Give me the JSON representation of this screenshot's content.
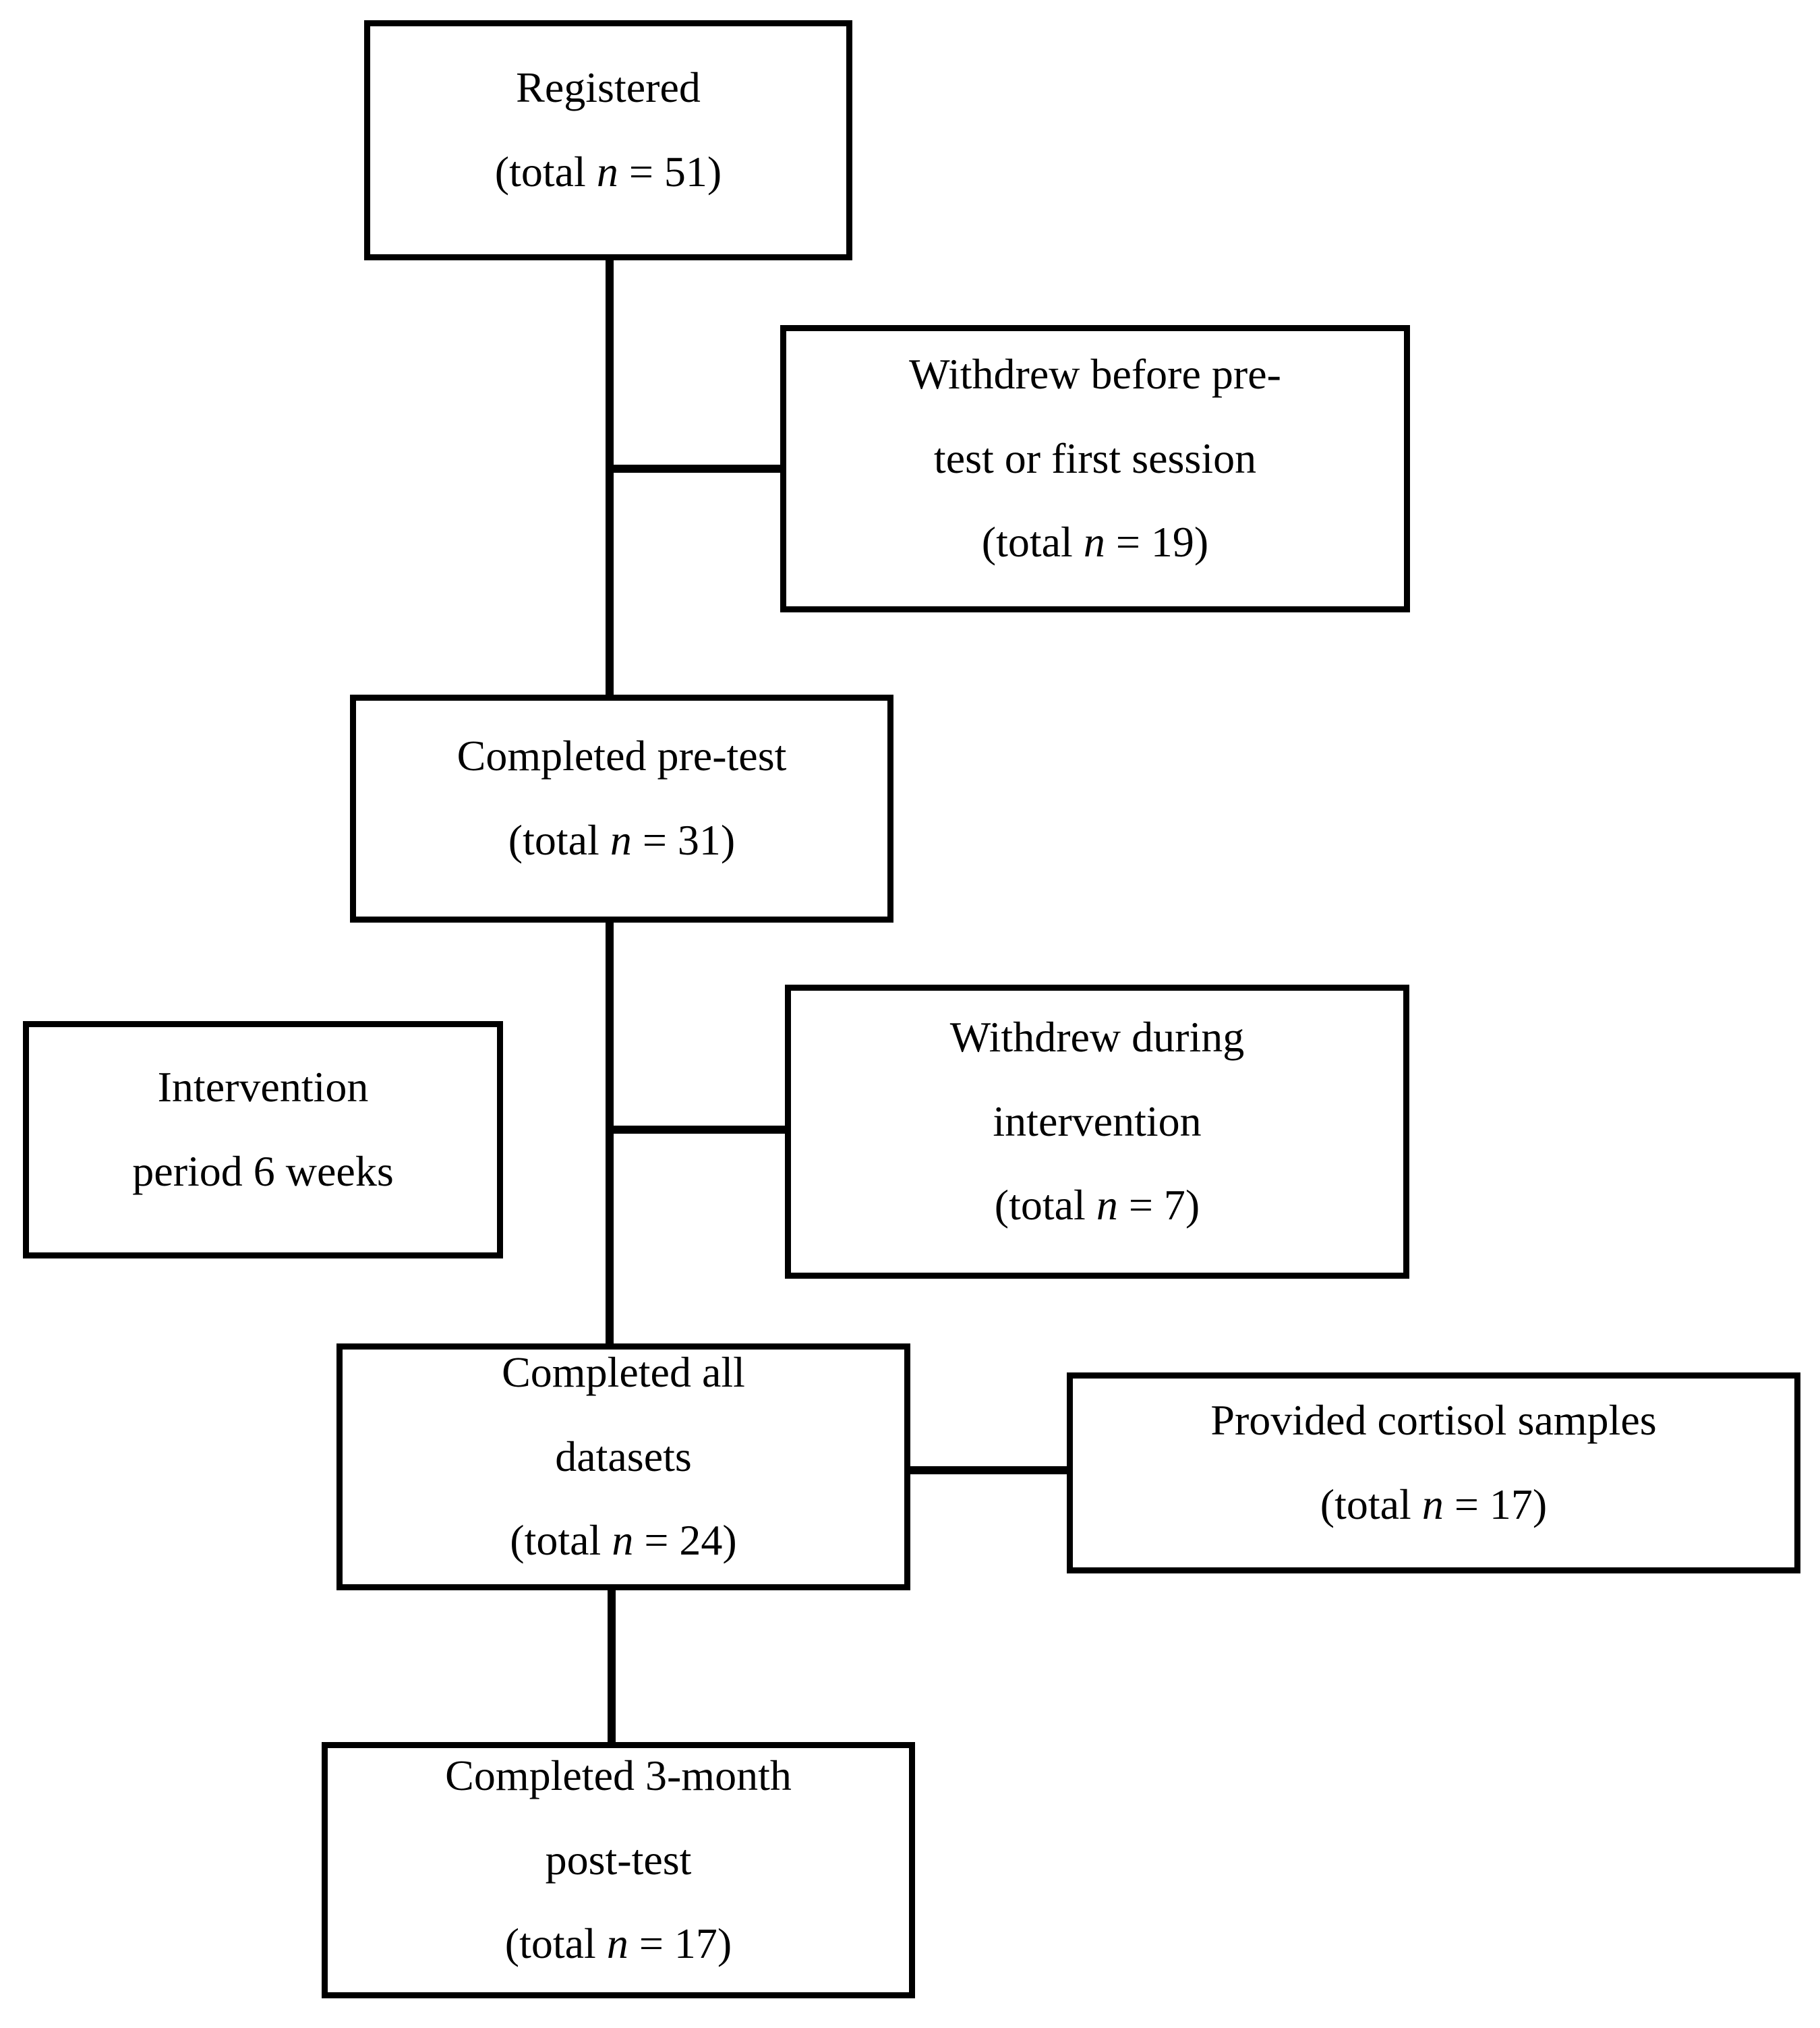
{
  "diagram": {
    "type": "participant-flow-diagram",
    "colors": {
      "background": "#ffffff",
      "box_border": "#000000",
      "text": "#000000",
      "connector": "#000000"
    },
    "boxes": {
      "registered": {
        "lines": [
          "Registered",
          "(total n = 51)"
        ]
      },
      "withdrew_pretest": {
        "lines": [
          "Withdrew before pre-",
          "test or first session",
          "(total n = 19)"
        ]
      },
      "completed_pretest": {
        "lines": [
          "Completed pre-test",
          "(total n = 31)"
        ]
      },
      "intervention_period": {
        "lines": [
          "Intervention",
          "period 6 weeks"
        ]
      },
      "withdrew_intervention": {
        "lines": [
          "Withdrew during",
          "intervention",
          "(total n = 7)"
        ]
      },
      "completed_datasets": {
        "lines": [
          "Completed all",
          "datasets",
          "(total n = 24)"
        ]
      },
      "cortisol_samples": {
        "lines": [
          "Provided cortisol samples",
          "(total n = 17)"
        ]
      },
      "completed_posttest": {
        "lines": [
          "Completed 3-month",
          "post-test",
          "(total n = 17)"
        ]
      }
    }
  }
}
